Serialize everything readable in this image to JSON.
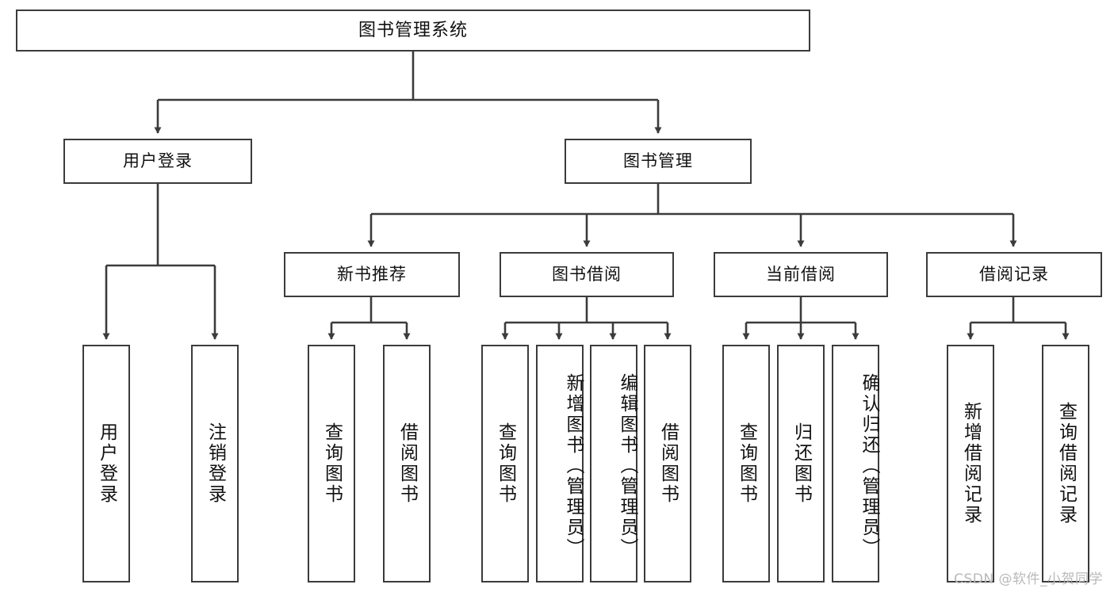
{
  "diagram": {
    "type": "tree",
    "title": "图书管理系统",
    "levels": [
      {
        "level": 1,
        "nodes": [
          {
            "id": "root",
            "label": "图书管理系统",
            "orientation": "horizontal"
          }
        ]
      },
      {
        "level": 2,
        "nodes": [
          {
            "id": "user-login",
            "label": "用户登录",
            "orientation": "horizontal"
          },
          {
            "id": "book-manage",
            "label": "图书管理",
            "orientation": "horizontal"
          }
        ]
      },
      {
        "level": 3,
        "nodes": [
          {
            "id": "new-book-rec",
            "label": "新书推荐",
            "orientation": "horizontal"
          },
          {
            "id": "book-borrow",
            "label": "图书借阅",
            "orientation": "horizontal"
          },
          {
            "id": "current-borrow",
            "label": "当前借阅",
            "orientation": "horizontal"
          },
          {
            "id": "borrow-record",
            "label": "借阅记录",
            "orientation": "horizontal"
          }
        ]
      },
      {
        "level": 4,
        "nodes": [
          {
            "id": "leaf-user-login",
            "label": "用户登录",
            "orientation": "vertical",
            "parent": "user-login"
          },
          {
            "id": "leaf-logout-login",
            "label": "注销登录",
            "orientation": "vertical",
            "parent": "user-login"
          },
          {
            "id": "leaf-query-book-1",
            "label": "查询图书",
            "orientation": "vertical",
            "parent": "new-book-rec"
          },
          {
            "id": "leaf-borrow-book-1",
            "label": "借阅图书",
            "orientation": "vertical",
            "parent": "new-book-rec"
          },
          {
            "id": "leaf-query-book-2",
            "label": "查询图书",
            "orientation": "vertical",
            "parent": "book-borrow"
          },
          {
            "id": "leaf-add-book",
            "label": "新增图书（管理员）",
            "orientation": "vertical",
            "parent": "book-borrow"
          },
          {
            "id": "leaf-edit-book",
            "label": "编辑图书（管理员）",
            "orientation": "vertical",
            "parent": "book-borrow"
          },
          {
            "id": "leaf-borrow-book-2",
            "label": "借阅图书",
            "orientation": "vertical",
            "parent": "book-borrow"
          },
          {
            "id": "leaf-query-book-3",
            "label": "查询图书",
            "orientation": "vertical",
            "parent": "current-borrow"
          },
          {
            "id": "leaf-return-book",
            "label": "归还图书",
            "orientation": "vertical",
            "parent": "current-borrow"
          },
          {
            "id": "leaf-confirm-return",
            "label": "确认归还（管理员）",
            "orientation": "vertical",
            "parent": "current-borrow"
          },
          {
            "id": "leaf-add-record",
            "label": "新增借阅记录",
            "orientation": "vertical",
            "parent": "borrow-record"
          },
          {
            "id": "leaf-query-record",
            "label": "查询借阅记录",
            "orientation": "vertical",
            "parent": "borrow-record"
          }
        ]
      }
    ],
    "colors": {
      "box_border": "#3b3b3b",
      "box_fill": "#ffffff",
      "connector": "#3b3b3b",
      "text": "#111111",
      "background": "#ffffff",
      "watermark": "#b9b9b9"
    }
  },
  "watermark": {
    "text": "CSDN @软件_小贺同学"
  }
}
